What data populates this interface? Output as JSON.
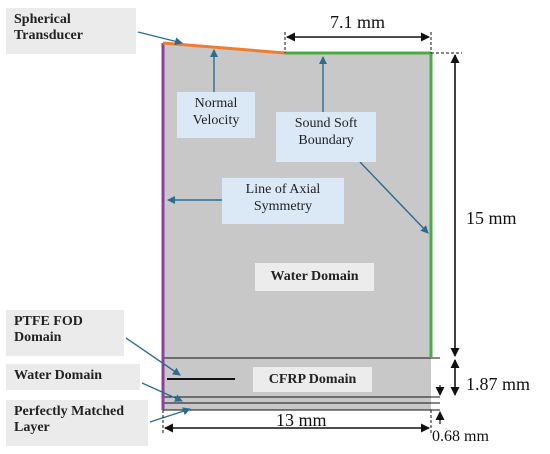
{
  "labels": {
    "spherical_transducer": "Spherical\nTransducer",
    "ptfe_fod_domain": "PTFE FOD\nDomain",
    "water_domain_left": "Water Domain",
    "perfectly_matched_layer": "Perfectly Matched\nLayer",
    "normal_velocity": "Normal\nVelocity",
    "sound_soft_boundary": "Sound Soft\nBoundary",
    "line_of_axial_symmetry": "Line of Axial\nSymmetry",
    "water_domain_center": "Water Domain",
    "cfrp_domain": "CFRP Domain"
  },
  "dimensions": {
    "top_width": "7.1 mm",
    "height": "15 mm",
    "cfrp_thickness": "1.87 mm",
    "pml_thickness": "0.68 mm",
    "bottom_width": "13 mm"
  },
  "colors": {
    "domain_fill": "#c8c8c8",
    "transducer": "#ef7d31",
    "sound_soft": "#4aad3f",
    "axis": "#8e3f9e",
    "arrow": "#2a6d91"
  }
}
